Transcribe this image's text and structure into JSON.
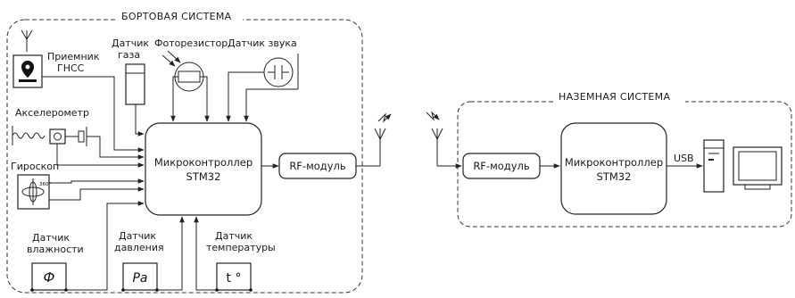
{
  "onboard": {
    "title": "БОРТОВАЯ СИСТЕМА",
    "gnss_line1": "Приемник",
    "gnss_line2": "ГНСС",
    "gas_line1": "Датчик",
    "gas_line2": "газа",
    "photoresistor": "Фоторезистор",
    "sound_sensor": "Датчик звука",
    "accelerometer": "Акселерометр",
    "gyroscope": "Гироскоп",
    "mcu_line1": "Микроконтроллер",
    "mcu_line2": "STM32",
    "rf_module": "RF-модуль",
    "humidity_line1": "Датчик",
    "humidity_line2": "влажности",
    "humidity_symbol": "Ф",
    "pressure_line1": "Датчик",
    "pressure_line2": "давления",
    "pressure_symbol": "Pa",
    "temperature_line1": "Датчик",
    "temperature_line2": "температуры",
    "temperature_symbol": "t °",
    "gyro_axis_label": "360°"
  },
  "ground": {
    "title": "НАЗЕМНАЯ СИСТЕМА",
    "rf_module": "RF-модуль",
    "mcu_line1": "Микроконтроллер",
    "mcu_line2": "STM32",
    "usb_label": "USB"
  }
}
